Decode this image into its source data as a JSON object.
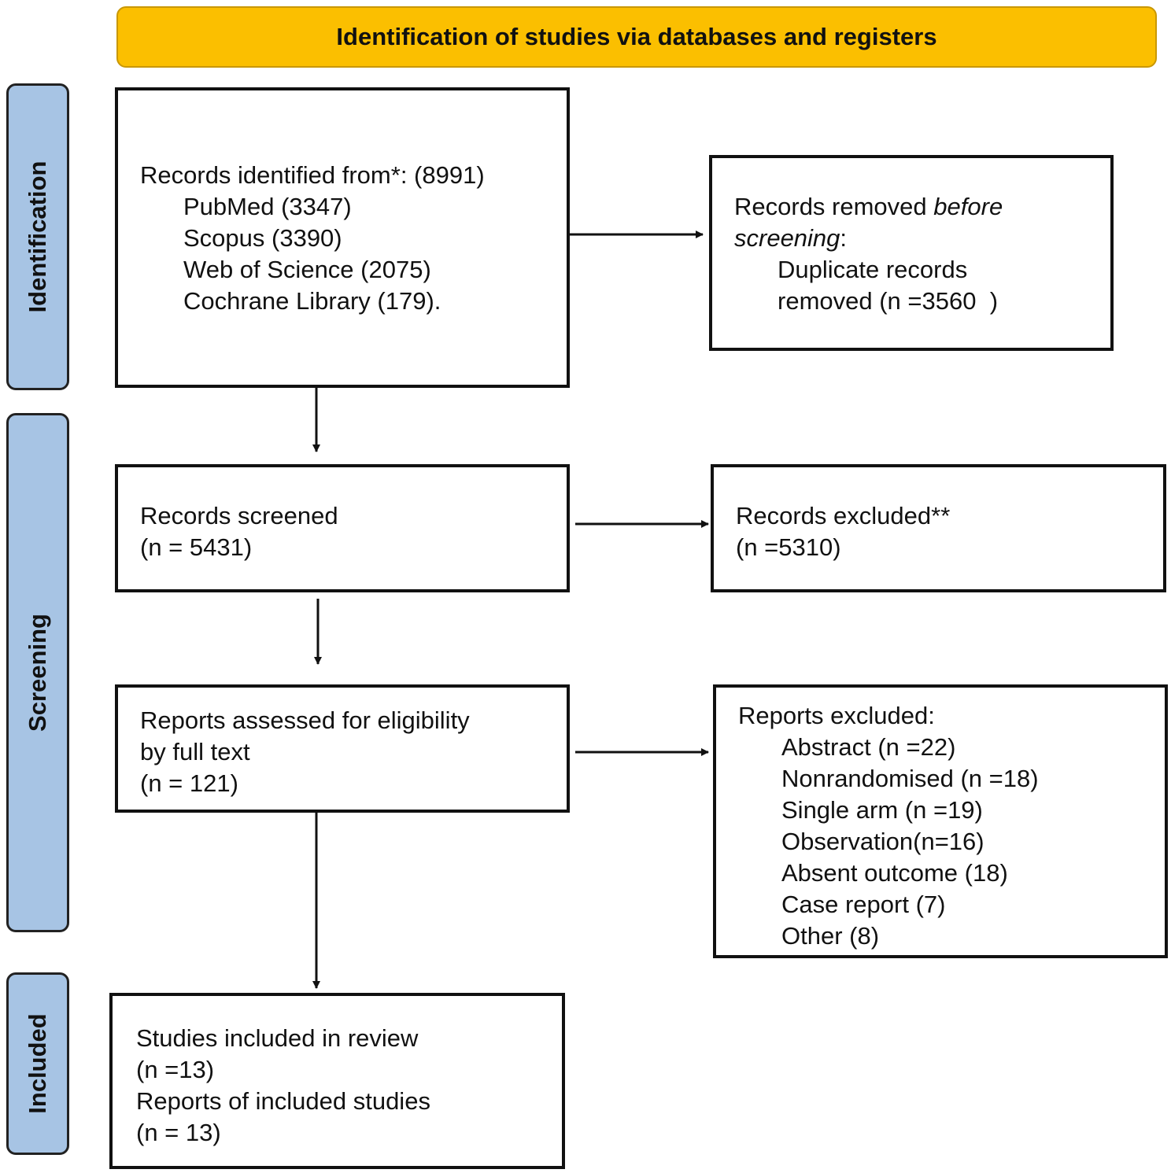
{
  "header": {
    "title": "Identification of studies via databases and registers"
  },
  "stages": {
    "identification": "Identification",
    "screening": "Screening",
    "included": "Included"
  },
  "identified": {
    "title": "Records identified from*: (8991)",
    "sources": [
      "PubMed (3347)",
      "Scopus (3390)",
      "Web of Science (2075)",
      "Cochrane Library (179)."
    ]
  },
  "removed": {
    "prefix": "Records removed ",
    "italic": "before",
    "italic2": "screening",
    "suffix": ":",
    "line3": "Duplicate records",
    "line4": "removed (n =3560  )"
  },
  "screened": {
    "title": "Records screened",
    "count": "(n = 5431)"
  },
  "excluded_records": {
    "title": "Records excluded**",
    "count": "(n =5310)"
  },
  "assessed": {
    "line1": "Reports assessed for eligibility",
    "line2": "by full text",
    "count": "(n = 121)"
  },
  "excluded_reports": {
    "title": "Reports excluded:",
    "reasons": [
      "Abstract (n =22)",
      "Nonrandomised (n =18)",
      "Single arm (n =19)",
      "Observation(n=16)",
      "Absent outcome (18)",
      "Case report (7)",
      "Other (8)"
    ]
  },
  "included": {
    "studies": "Studies included in review",
    "studies_count": "(n =13)",
    "reports": "Reports of included studies",
    "reports_count": "(n = 13)"
  }
}
